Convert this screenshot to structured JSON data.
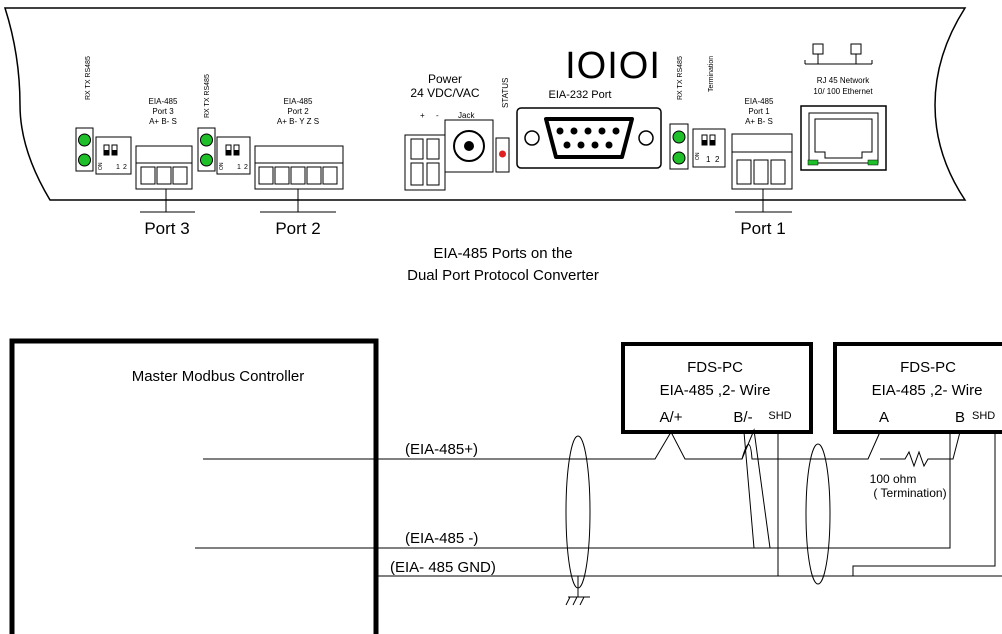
{
  "panel": {
    "logo": "IOIOI",
    "power": {
      "title": "Power",
      "voltage": "24 VDC/VAC",
      "plus": "+",
      "minus": "-",
      "jack": "Jack"
    },
    "status": "STATUS",
    "eia232": "EIA-232 Port",
    "rj45": {
      "line1": "RJ 45 Network",
      "line2": "10/  100 Ethernet"
    },
    "led_label": "RX TX RS485",
    "termination": "Termination",
    "switch_one": "1",
    "switch_two": "2",
    "switch_on": "ON",
    "port3": {
      "title": "EIA-485",
      "sub": "Port 3",
      "pins": "A+ B- S",
      "label": "Port 3"
    },
    "port2": {
      "title": "EIA-485",
      "sub": "Port 2",
      "pins": "A+ B- Y Z S",
      "label": "Port 2"
    },
    "port1": {
      "title": "EIA-485",
      "sub": "Port 1",
      "pins": "A+ B- S",
      "label": "Port 1"
    },
    "caption_line1": "EIA-485 Ports on the",
    "caption_line2": "Dual Port Protocol Converter"
  },
  "wiring": {
    "master": "Master Modbus Controller",
    "line_plus": "(EIA-485+)",
    "line_minus": "(EIA-485 -)",
    "line_gnd": "(EIA- 485 GND)",
    "device1": {
      "name": "FDS-PC",
      "desc": "EIA-485 ,2- Wire",
      "a": "A/+",
      "b": "B/-",
      "shd": "SHD"
    },
    "device2": {
      "name": "FDS-PC",
      "desc": "EIA-485 ,2- Wire",
      "a": "A",
      "b": "B",
      "shd": "SHD"
    },
    "resistor": {
      "value": "100 ohm",
      "note": "( Termination)"
    }
  },
  "colors": {
    "led": "#1fbf2a",
    "status_led": "#e02020",
    "rj45_led": "#1fbf2a"
  }
}
